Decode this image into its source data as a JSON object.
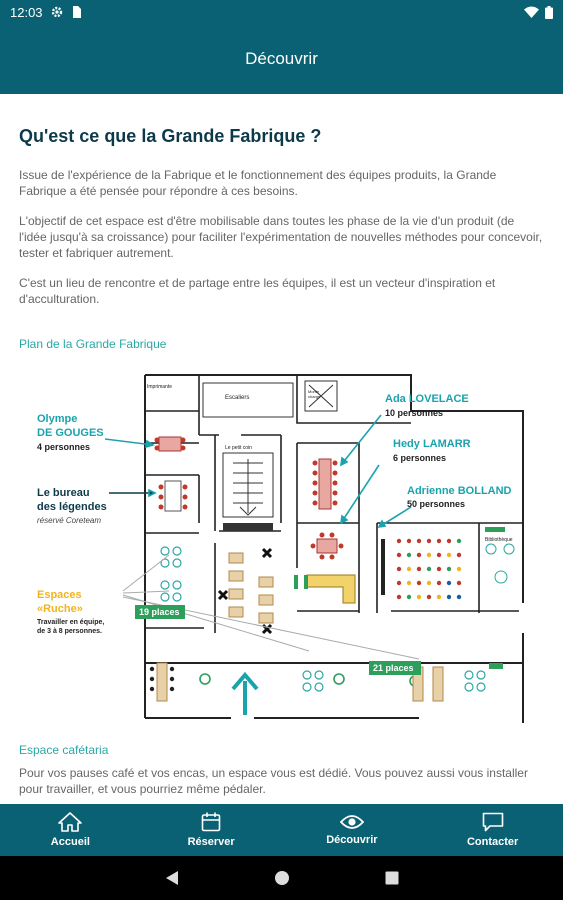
{
  "status_bar": {
    "time": "12:03",
    "icons": [
      "gear-icon",
      "sim-card-icon",
      "wifi-icon",
      "battery-icon"
    ]
  },
  "app_bar": {
    "title": "Découvrir"
  },
  "main": {
    "heading": "Qu'est ce que la Grande Fabrique ?",
    "paragraphs": [
      "Issue de l'expérience de la Fabrique et le fonctionnement des équipes produits, la Grande Fabrique a été pensée pour répondre à ces besoins.",
      "L'objectif de cet espace est d'être mobilisable dans toutes les phase de la vie d'un produit (de l'idée jusqu'à sa croissance) pour faciliter l'expérimentation de nouvelles méthodes pour concevoir, tester et fabriquer autrement.",
      "C'est un lieu de rencontre et de partage entre les équipes, il est un vecteur d'inspiration et d'acculturation."
    ],
    "plan_title": "Plan de la Grande Fabrique",
    "plan": {
      "rooms": {
        "olympe_name_1": "Olympe",
        "olympe_name_2": "DE GOUGES",
        "olympe_capacity": "4 personnes",
        "bureau_name_1": "Le bureau",
        "bureau_name_2": "des légendes",
        "bureau_note": "réservé Coreteam",
        "ruche_name_1": "Espaces",
        "ruche_name_2": "«Ruche»",
        "ruche_note_1": "Travailler en équipe,",
        "ruche_note_2": "de 3 à 8 personnes.",
        "ada_name": "Ada LOVELACE",
        "ada_capacity": "10 personnes",
        "hedy_name": "Hedy LAMARR",
        "hedy_capacity": "6 personnes",
        "adrienne_name": "Adrienne BOLLAND",
        "adrienne_capacity": "50 personnes"
      },
      "badges": {
        "left": "19 places",
        "right": "21 places"
      },
      "small_labels": {
        "imprimante": "Imprimante",
        "escaliers": "Escaliers",
        "monte_charge_1": "Monte",
        "monte_charge_2": "charge",
        "petit_coin": "Le petit coin",
        "bibliotheque": "Bibliothèque"
      },
      "colors": {
        "teal": "#1aa3ad",
        "navy": "#0d3a4b",
        "yellow": "#f2b320",
        "green": "#2e9e5b",
        "red": "#c0392b"
      }
    },
    "cafe_title": "Espace cafétaria",
    "cafe_text": "Pour vos pauses café et vos encas, un espace vous est dédié. Vous pouvez aussi vous installer pour travailler, et vous pourriez même pédaler."
  },
  "bottom_nav": {
    "items": [
      {
        "label": "Accueil",
        "icon": "home-icon"
      },
      {
        "label": "Réserver",
        "icon": "calendar-icon"
      },
      {
        "label": "Découvrir",
        "icon": "eye-icon"
      },
      {
        "label": "Contacter",
        "icon": "chat-icon"
      }
    ]
  },
  "system_nav": {
    "icons": [
      "back-icon",
      "home-circle-icon",
      "recents-icon"
    ]
  }
}
